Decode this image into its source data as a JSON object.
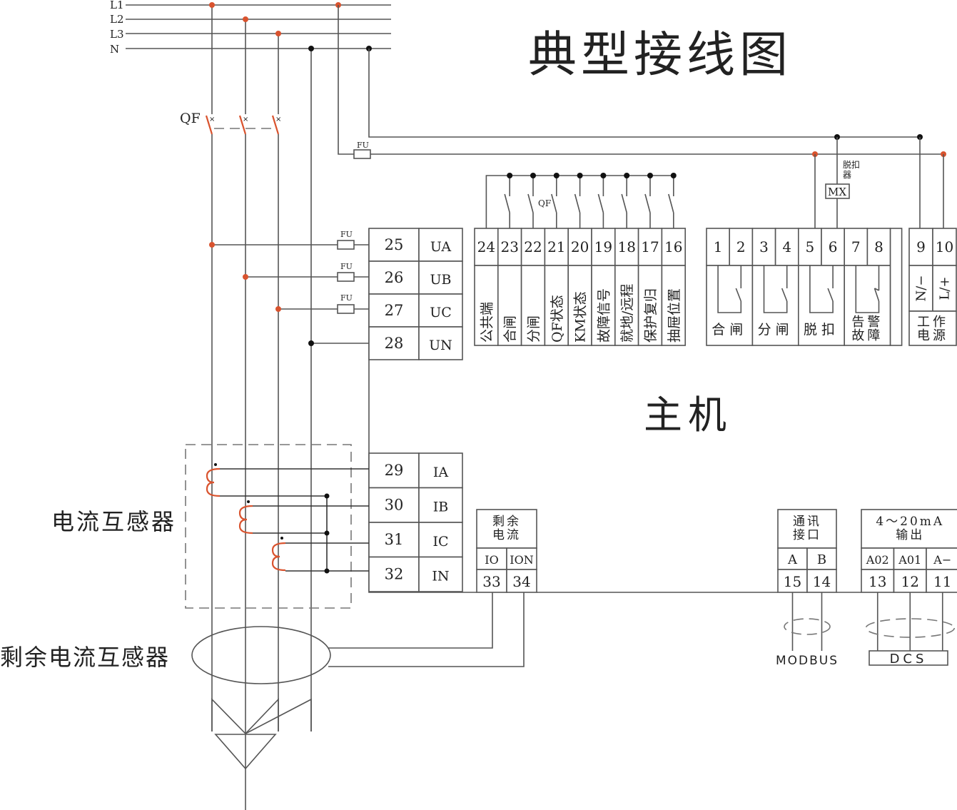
{
  "title": "典型接线图",
  "main_unit_label": "主机",
  "bus_lines": [
    "L1",
    "L2",
    "L3",
    "N"
  ],
  "breaker_label": "QF",
  "fuse_label": "FU",
  "trip_coil": {
    "label": "脱扣器",
    "symbol": "MX"
  },
  "aux_contact_label": "QF",
  "voltage_terminals": [
    {
      "num": "25",
      "name": "UA"
    },
    {
      "num": "26",
      "name": "UB"
    },
    {
      "num": "27",
      "name": "UC"
    },
    {
      "num": "28",
      "name": "UN"
    }
  ],
  "current_terminals": [
    {
      "num": "29",
      "name": "IA"
    },
    {
      "num": "30",
      "name": "IB"
    },
    {
      "num": "31",
      "name": "IC"
    },
    {
      "num": "32",
      "name": "IN"
    }
  ],
  "digital_inputs": [
    {
      "num": "24",
      "name": "公共端"
    },
    {
      "num": "23",
      "name": "合闸"
    },
    {
      "num": "22",
      "name": "分闸"
    },
    {
      "num": "21",
      "name": "QF状态"
    },
    {
      "num": "20",
      "name": "KM状态"
    },
    {
      "num": "19",
      "name": "故障信号"
    },
    {
      "num": "18",
      "name": "就地/远程"
    },
    {
      "num": "17",
      "name": "保护复归"
    },
    {
      "num": "16",
      "name": "抽屉位置"
    }
  ],
  "relay_outputs": [
    {
      "nums": [
        "1",
        "2"
      ],
      "name": "合闸",
      "contact": "NO"
    },
    {
      "nums": [
        "3",
        "4"
      ],
      "name": "分闸",
      "contact": "NO"
    },
    {
      "nums": [
        "5",
        "6"
      ],
      "name": "脱扣",
      "contact": "NO"
    },
    {
      "nums": [
        "7",
        "8"
      ],
      "name": "告警故障",
      "name_lines": [
        "告警",
        "故障"
      ],
      "contact": "NC"
    }
  ],
  "power_supply": {
    "terminals": [
      {
        "num": "9",
        "name": "N/−"
      },
      {
        "num": "10",
        "name": "L/+"
      }
    ],
    "name_lines": [
      "工作",
      "电源"
    ]
  },
  "residual_current": {
    "name_lines": [
      "剩余",
      "电流"
    ],
    "terminals": [
      {
        "num": "33",
        "name": "IO"
      },
      {
        "num": "34",
        "name": "ION"
      }
    ]
  },
  "comm_port": {
    "name_lines": [
      "通讯",
      "接口"
    ],
    "terminals": [
      {
        "num": "15",
        "name": "A"
      },
      {
        "num": "14",
        "name": "B"
      }
    ],
    "bus_label": "MODBUS"
  },
  "analog_output": {
    "name_lines": [
      "4～20mA",
      "输出"
    ],
    "terminals": [
      {
        "num": "13",
        "name": "A02"
      },
      {
        "num": "12",
        "name": "A01"
      },
      {
        "num": "11",
        "name": "A−"
      }
    ],
    "target_label": "DCS"
  },
  "ct_label": "电流互感器",
  "rct_label": "剩余电流互感器",
  "colors": {
    "phase_tap": "#d9532e",
    "neutral_tap": "#111111",
    "wire": "#555555"
  }
}
